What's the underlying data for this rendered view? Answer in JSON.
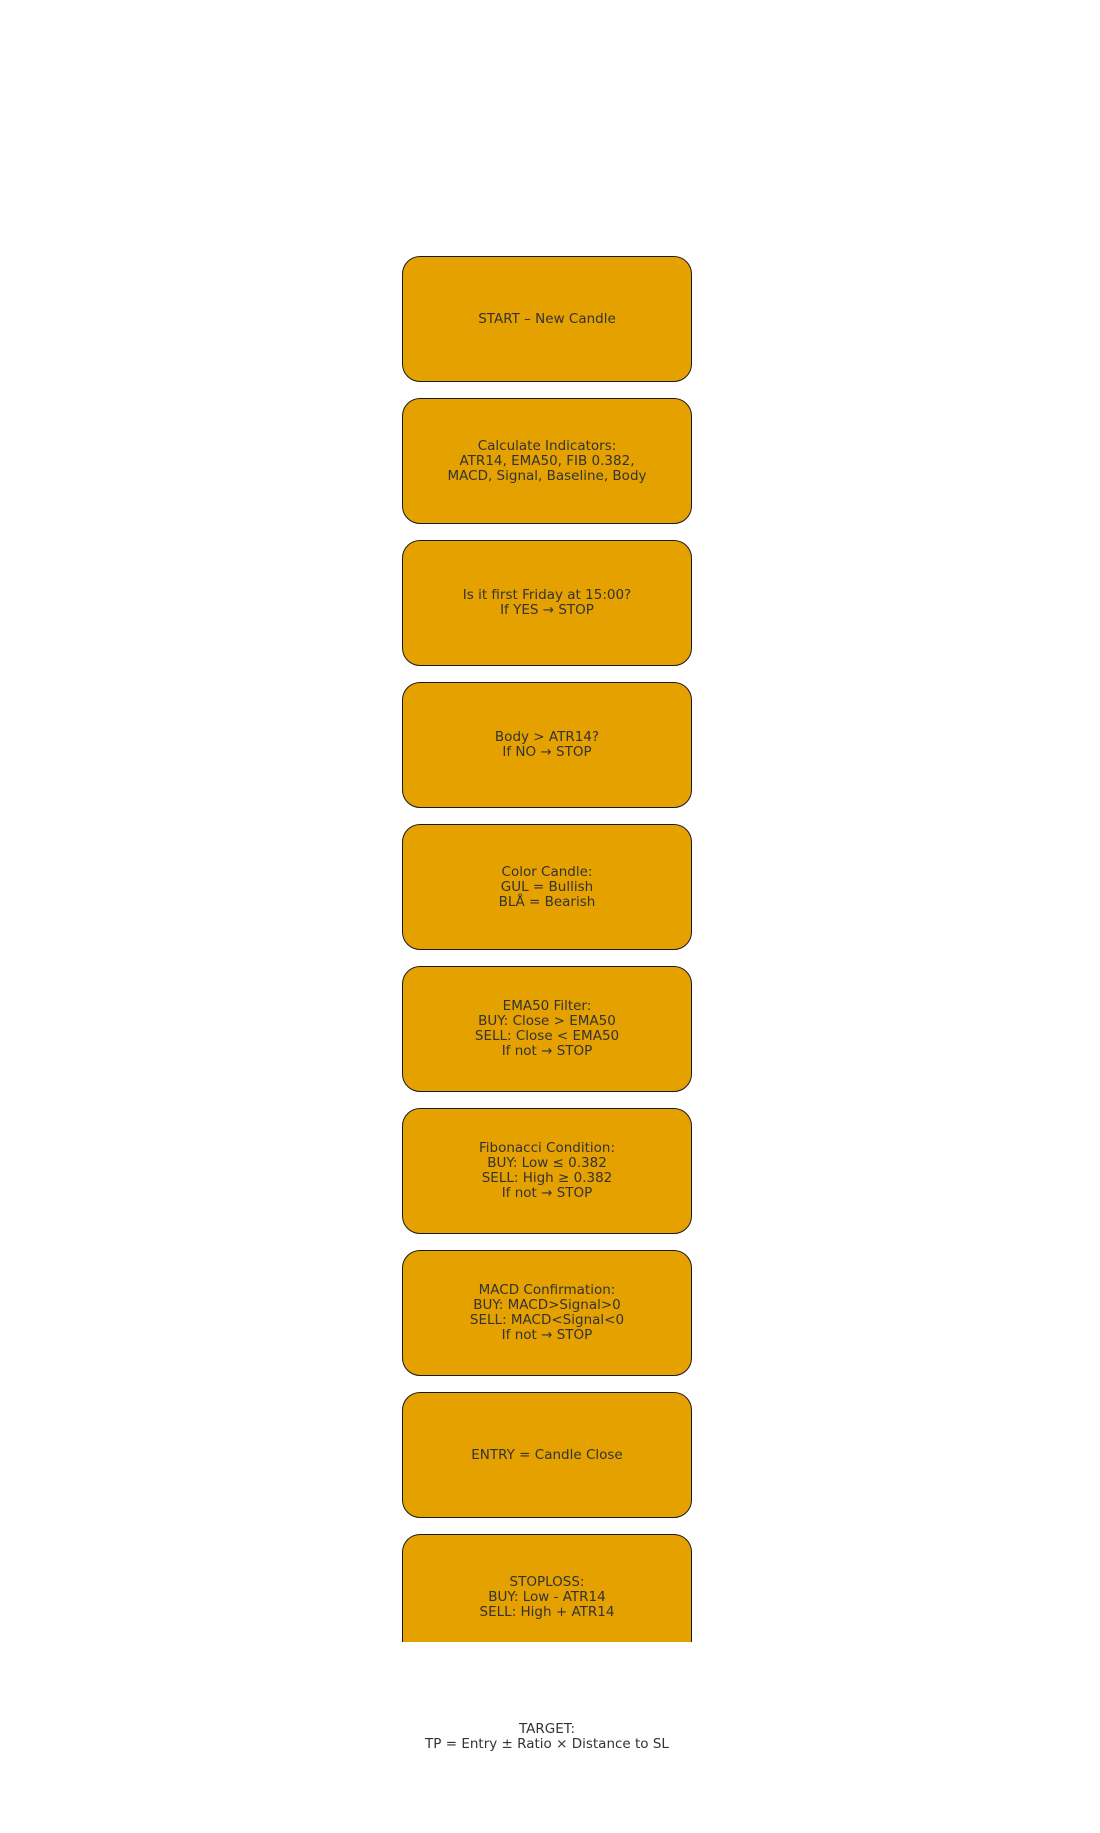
{
  "colors": {
    "box_fill": "#e5a100",
    "box_border": "#1a1a1a",
    "text": "#333333",
    "background": "#ffffff"
  },
  "steps": [
    {
      "text": "START – New Candle"
    },
    {
      "text": "Calculate Indicators:\nATR14, EMA50, FIB 0.382,\nMACD, Signal, Baseline, Body"
    },
    {
      "text": "Is it first Friday at 15:00?\nIf YES → STOP"
    },
    {
      "text": "Body > ATR14?\nIf NO → STOP"
    },
    {
      "text": "Color Candle:\nGUL = Bullish\nBLÅ = Bearish"
    },
    {
      "text": "EMA50 Filter:\nBUY: Close > EMA50\nSELL: Close < EMA50\nIf not → STOP"
    },
    {
      "text": "Fibonacci Condition:\nBUY: Low ≤ 0.382\nSELL: High ≥ 0.382\nIf not → STOP"
    },
    {
      "text": "MACD Confirmation:\nBUY: MACD>Signal>0\nSELL: MACD<Signal<0\nIf not → STOP"
    },
    {
      "text": "ENTRY = Candle Close"
    },
    {
      "text": "STOPLOSS:\nBUY: Low - ATR14\nSELL: High + ATR14"
    }
  ],
  "target": {
    "text": "TARGET:\nTP = Entry ± Ratio × Distance to SL"
  }
}
